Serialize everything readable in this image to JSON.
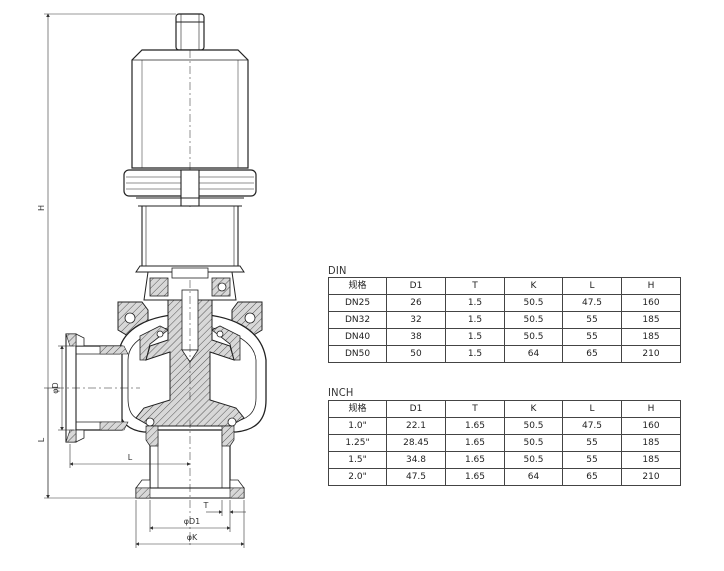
{
  "dimensions": {
    "H": "H",
    "L_side": "L",
    "L_horizontal": "L",
    "OD": "φD",
    "T": "T",
    "D1": "φD1",
    "K": "φK"
  },
  "tables": [
    {
      "title": "DIN",
      "columns": [
        "规格",
        "D1",
        "T",
        "K",
        "L",
        "H"
      ],
      "rows": [
        [
          "DN25",
          "26",
          "1.5",
          "50.5",
          "47.5",
          "160"
        ],
        [
          "DN32",
          "32",
          "1.5",
          "50.5",
          "55",
          "185"
        ],
        [
          "DN40",
          "38",
          "1.5",
          "50.5",
          "55",
          "185"
        ],
        [
          "DN50",
          "50",
          "1.5",
          "64",
          "65",
          "210"
        ]
      ]
    },
    {
      "title": "INCH",
      "columns": [
        "规格",
        "D1",
        "T",
        "K",
        "L",
        "H"
      ],
      "rows": [
        [
          "1.0\"",
          "22.1",
          "1.65",
          "50.5",
          "47.5",
          "160"
        ],
        [
          "1.25\"",
          "28.45",
          "1.65",
          "50.5",
          "55",
          "185"
        ],
        [
          "1.5\"",
          "34.8",
          "1.65",
          "50.5",
          "55",
          "185"
        ],
        [
          "2.0\"",
          "47.5",
          "1.65",
          "64",
          "65",
          "210"
        ]
      ]
    }
  ]
}
